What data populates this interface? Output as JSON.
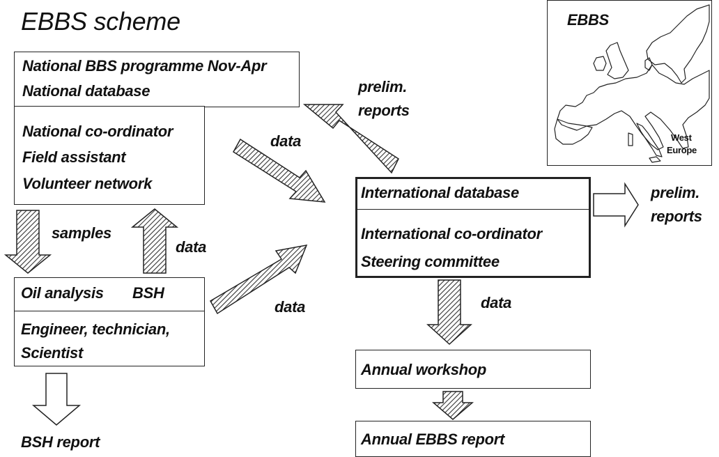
{
  "title": "EBBS scheme",
  "national_box": {
    "lines_top": [
      "National BBS programme Nov-Apr",
      "National database"
    ],
    "lines_bottom": [
      "National co-ordinator",
      "Field assistant",
      "Volunteer network"
    ]
  },
  "oil_box": {
    "line_top_left": "Oil analysis",
    "line_top_right": "BSH",
    "lines_bottom": [
      "Engineer, technician,",
      "Scientist"
    ]
  },
  "international_box": {
    "line_top": "International database",
    "lines_bottom": [
      "International co-ordinator",
      "Steering committee"
    ]
  },
  "workshop_box": {
    "label": "Annual workshop"
  },
  "report_box": {
    "label": "Annual EBBS report"
  },
  "map": {
    "title": "EBBS",
    "caption_line1": "West",
    "caption_line2": "Europe"
  },
  "arrow_labels": {
    "samples": "samples",
    "data_up": "data",
    "data_to_international_top": "data",
    "data_to_international_bottom": "data",
    "prelim_reports_top_line1": "prelim.",
    "prelim_reports_top_line2": "reports",
    "prelim_reports_right_line1": "prelim.",
    "prelim_reports_right_line2": "reports",
    "data_down": "data",
    "bsh_report": "BSH report"
  },
  "colors": {
    "line": "#222222",
    "hatch": "#333333",
    "text": "#111111"
  }
}
